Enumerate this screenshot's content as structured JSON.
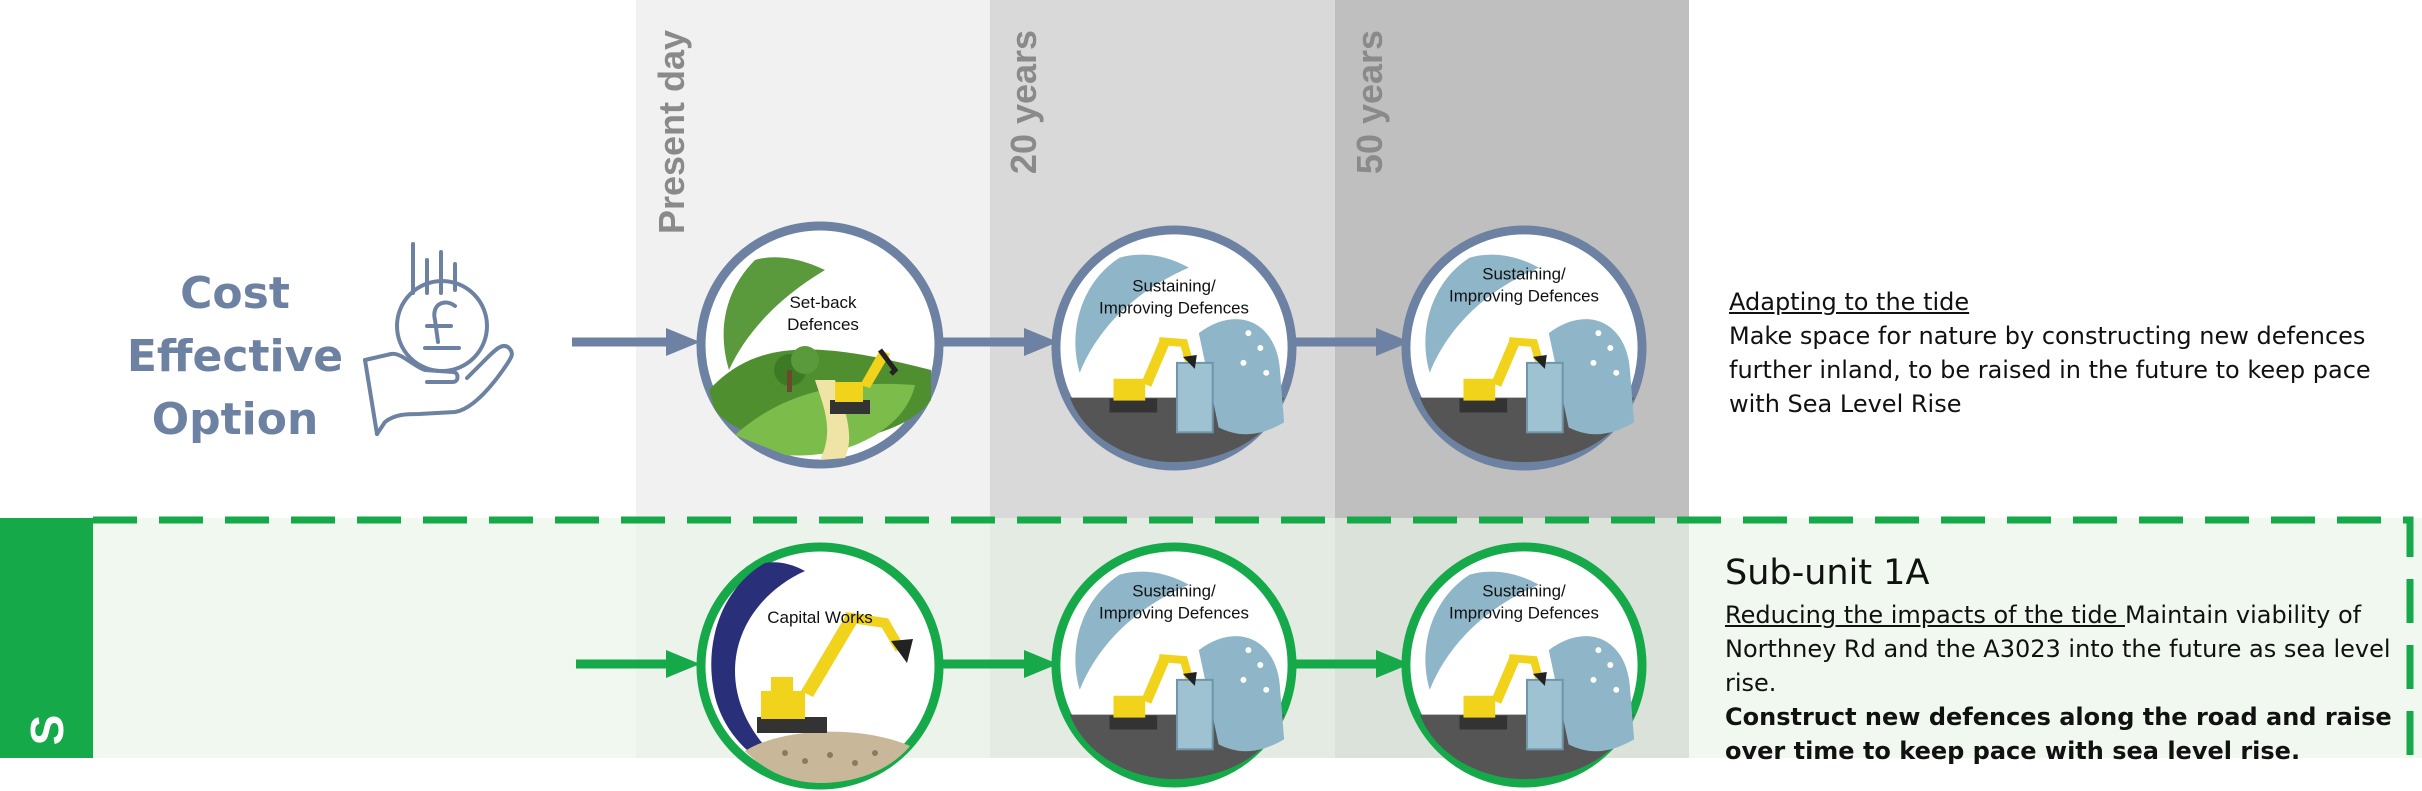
{
  "columns": [
    {
      "label": "Present day"
    },
    {
      "label": "20 years"
    },
    {
      "label": "50 years"
    }
  ],
  "top_row": {
    "option_label": "Cost Effective Option",
    "option_lines": [
      "Cost",
      "Effective",
      "Option"
    ],
    "icon": "hand-holding-pound-coin-icon",
    "stages": [
      {
        "label_lines": [
          "Set-back",
          "Defences"
        ],
        "icon": "excavator-landscape-icon",
        "ring_color": "#6d82a2"
      },
      {
        "label_lines": [
          "Sustaining/",
          "Improving Defences"
        ],
        "icon": "excavator-seawall-wave-icon",
        "ring_color": "#6d82a2"
      },
      {
        "label_lines": [
          "Sustaining/",
          "Improving Defences"
        ],
        "icon": "excavator-seawall-wave-icon",
        "ring_color": "#6d82a2"
      }
    ],
    "description": {
      "title": "Adapting to the tide",
      "text": "Make space for nature by constructing new defences further inland, to be raised in the future to keep pace with Sea Level Rise"
    }
  },
  "bottom_row": {
    "side_label": "S",
    "stages": [
      {
        "label_lines": [
          "Capital Works"
        ],
        "icon": "excavator-gravel-icon",
        "ring_color": "#16a94a"
      },
      {
        "label_lines": [
          "Sustaining/",
          "Improving Defences"
        ],
        "icon": "excavator-seawall-wave-icon",
        "ring_color": "#16a94a"
      },
      {
        "label_lines": [
          "Sustaining/",
          "Improving Defences"
        ],
        "icon": "excavator-seawall-wave-icon",
        "ring_color": "#16a94a"
      }
    ],
    "description": {
      "subunit": "Sub-unit 1A",
      "title": "Reducing the impacts of the tide",
      "text": "Maintain viability of Northney Rd and the A3023 into the future as sea level rise.",
      "bold_text": "Construct new defences along the road and raise over time to keep pace with sea level rise."
    }
  },
  "colors": {
    "slate_blue": "#6d82a2",
    "green": "#16a94a",
    "navy": "#2a2f7a",
    "excavator_yellow": "#f2d31b"
  }
}
